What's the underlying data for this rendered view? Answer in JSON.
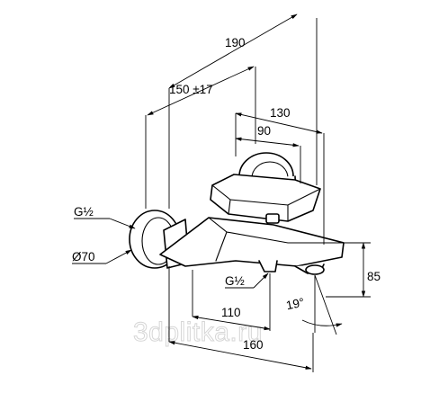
{
  "dimensions": {
    "total_width": "190",
    "projection": "150 ±17",
    "spout_reach": "130",
    "lever_reach": "90",
    "inlet_left": "G½",
    "rosette_diameter": "Ø70",
    "outlet_thread": "G½",
    "height": "85",
    "outlet_angle": "19°",
    "outlet_distance": "110",
    "spout_length": "160"
  },
  "watermark": "3dplitka.ru"
}
